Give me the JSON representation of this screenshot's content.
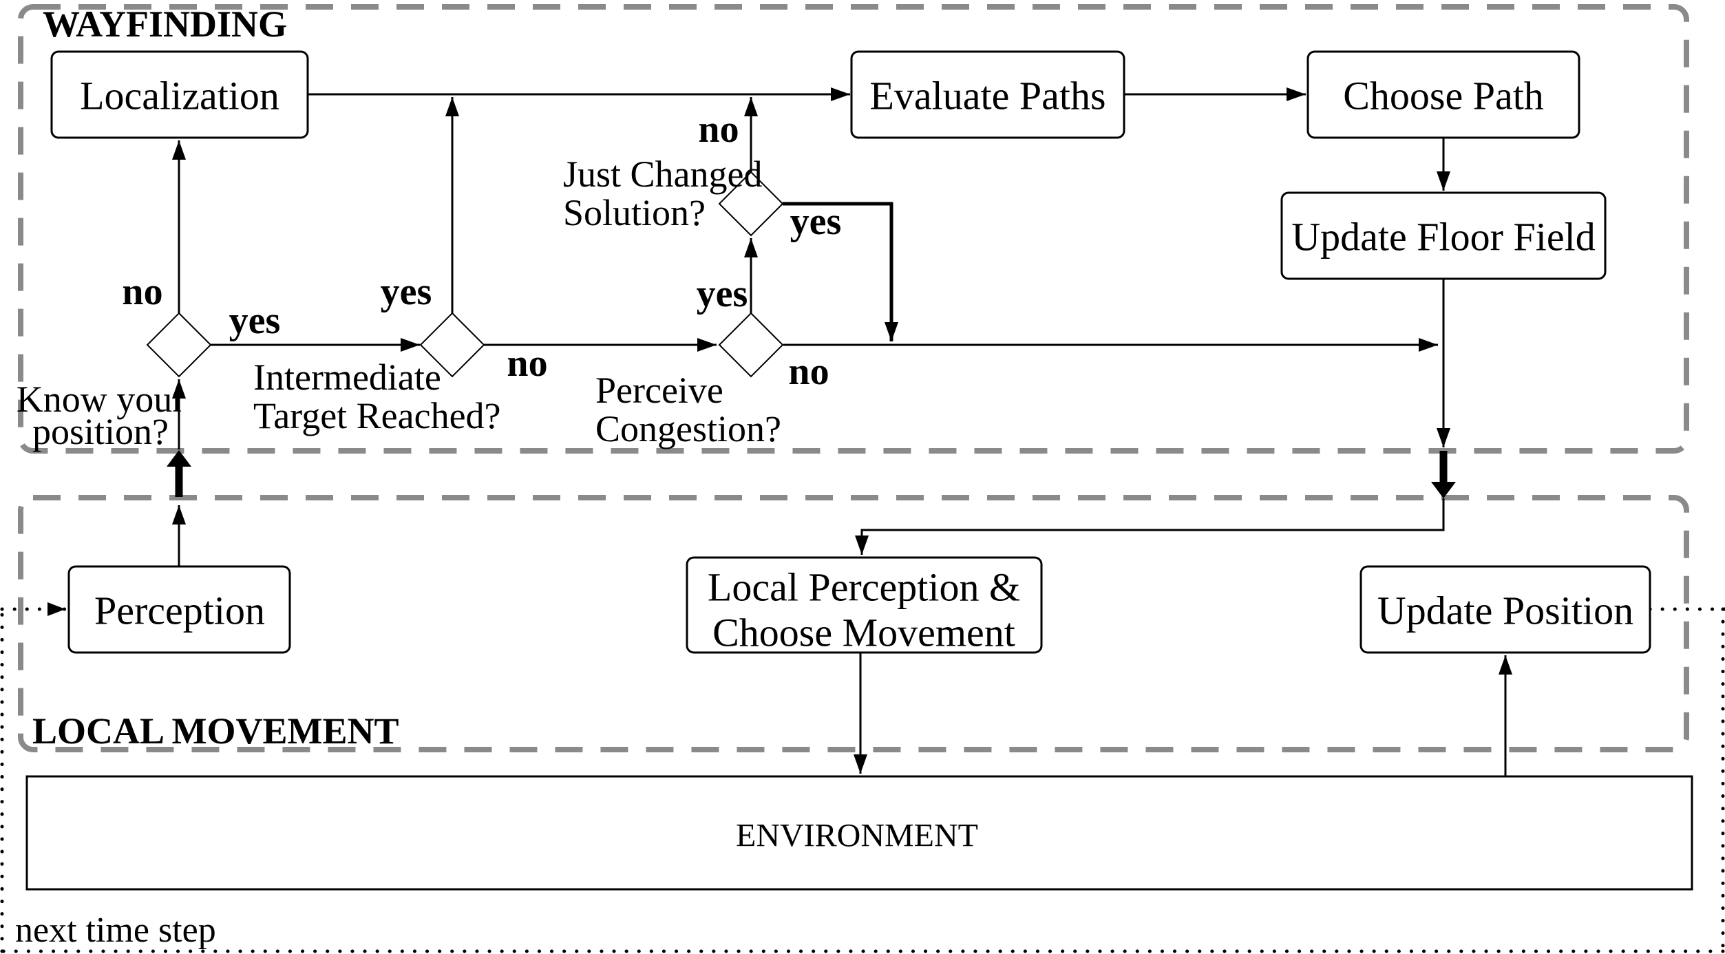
{
  "diagram": {
    "sections": {
      "wayfinding": {
        "label": "WAYFINDING"
      },
      "local_movement": {
        "label": "LOCAL MOVEMENT"
      }
    },
    "nodes": {
      "localization": "Localization",
      "evaluate_paths": "Evaluate Paths",
      "choose_path": "Choose Path",
      "update_floor_field": "Update Floor Field",
      "perception": "Perception",
      "local_perception_line1": "Local  Perception &",
      "local_perception_line2": "Choose Movement",
      "update_position": "Update Position",
      "environment": "ENVIRONMENT"
    },
    "decisions": {
      "know_position": {
        "line1": "Know your",
        "line2": "position?"
      },
      "intermediate_target": {
        "line1": "Intermediate",
        "line2": "Target Reached?"
      },
      "perceive_congestion": {
        "line1": "Perceive",
        "line2": "Congestion?"
      },
      "just_changed": {
        "line1": "Just Changed",
        "line2": "Solution?"
      }
    },
    "edge_labels": {
      "know_position_no": "no",
      "know_position_yes": "yes",
      "intermediate_yes": "yes",
      "intermediate_no": "no",
      "congestion_yes": "yes",
      "congestion_no": "no",
      "just_changed_no": "no",
      "just_changed_yes": "yes"
    },
    "loop_label": "next time step",
    "colors": {
      "line": "#000000",
      "dashed_border": "#8a8a8a",
      "background": "#ffffff"
    }
  }
}
